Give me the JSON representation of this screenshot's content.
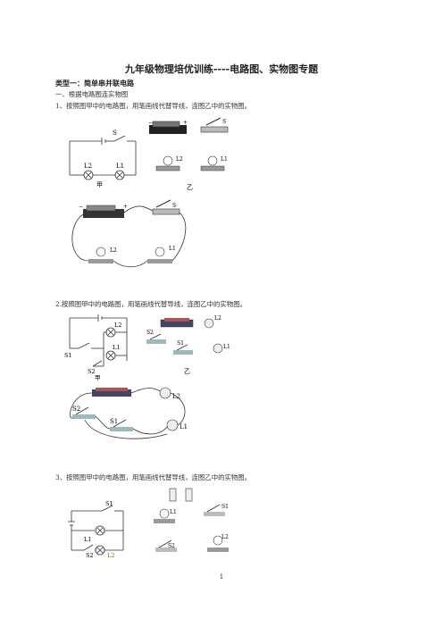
{
  "title": "九年级物理培优训练----电路图、实物图专题",
  "section": "类型一：简单串并联电路",
  "subsection": "一、根据电路图连实物图",
  "q1": "1、按照图甲中的电路图，用笔画线代替导线，连图乙中的实物图。",
  "q2": "2.按照图甲中的电路图，用笔画线代替导线，连图乙中的实物图。",
  "q3": "3、按照图甲中的电路图，用笔画线代替导线，连图乙中的实物图。",
  "labels": {
    "jia": "甲",
    "yi": "乙",
    "S": "S",
    "S1": "S1",
    "S2": "S2",
    "L1": "L1",
    "L2": "L2"
  },
  "page_number": "1"
}
